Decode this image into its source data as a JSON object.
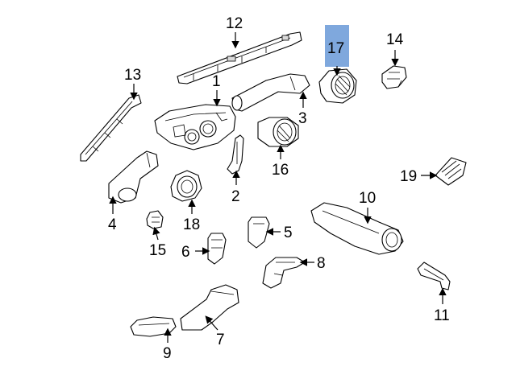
{
  "diagram": {
    "highlight_color": "#7fa8dd",
    "highlighted_callout": "17",
    "callouts": [
      {
        "id": "c1",
        "label": "1"
      },
      {
        "id": "c2",
        "label": "2"
      },
      {
        "id": "c3",
        "label": "3"
      },
      {
        "id": "c4",
        "label": "4"
      },
      {
        "id": "c5",
        "label": "5"
      },
      {
        "id": "c6",
        "label": "6"
      },
      {
        "id": "c7",
        "label": "7"
      },
      {
        "id": "c8",
        "label": "8"
      },
      {
        "id": "c9",
        "label": "9"
      },
      {
        "id": "c10",
        "label": "10"
      },
      {
        "id": "c11",
        "label": "11"
      },
      {
        "id": "c12",
        "label": "12"
      },
      {
        "id": "c13",
        "label": "13"
      },
      {
        "id": "c14",
        "label": "14"
      },
      {
        "id": "c15",
        "label": "15"
      },
      {
        "id": "c16",
        "label": "16"
      },
      {
        "id": "c17",
        "label": "17"
      },
      {
        "id": "c18",
        "label": "18"
      },
      {
        "id": "c19",
        "label": "19"
      }
    ]
  }
}
